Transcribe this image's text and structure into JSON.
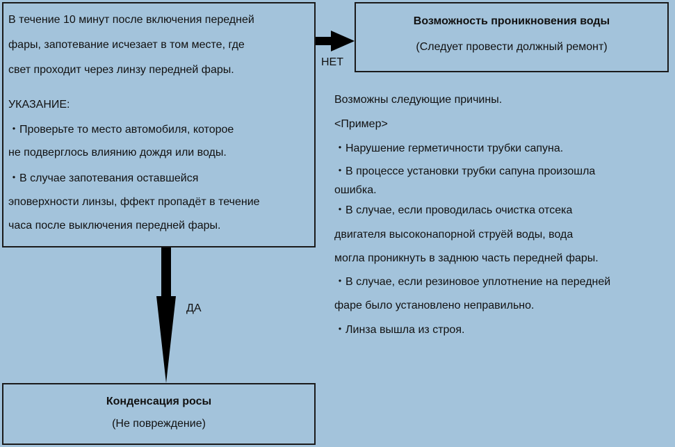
{
  "question_box": {
    "lines": [
      "В течение 10 минут после включения передней",
      "фары, запотевание исчезает в том месте, где",
      "свет проходит через линзу передней фары."
    ],
    "note_title": "УКАЗАНИЕ:",
    "note_lines": [
      "・Проверьте то место автомобиля, которое",
      "не подверглось влиянию дождя или воды.",
      "・В случае запотевания оставшейся",
      "эповерхности линзы, ффект пропадёт в течение",
      "часа после выключения  передней фары."
    ]
  },
  "no_branch": {
    "label": "НЕТ",
    "title": "Возможность проникновения воды",
    "subtitle": "(Следует провести должный ремонт)"
  },
  "yes_branch": {
    "label": "ДА",
    "title": "Конденсация росы",
    "subtitle": "(Не повреждение)"
  },
  "causes": {
    "intro": "Возможны следующие причины.",
    "example": "<Пример>",
    "lines": [
      "・Нарушение герметичности трубки сапуна.",
      "・В процессе установки трубки сапуна произошла",
      "ошибка.",
      "・В случае, если проводилась очистка отсека",
      "двигателя высоконапорной струёй воды, вода",
      "могла проникнуть в заднюю часть передней фары.",
      "・В случае, если резиновое уплотнение на передней",
      "фаре было установлено неправильно.",
      "・Линза вышла из строя."
    ]
  },
  "colors": {
    "background": "#a3c3db",
    "border": "#1a1a1a",
    "arrow": "#000000"
  }
}
